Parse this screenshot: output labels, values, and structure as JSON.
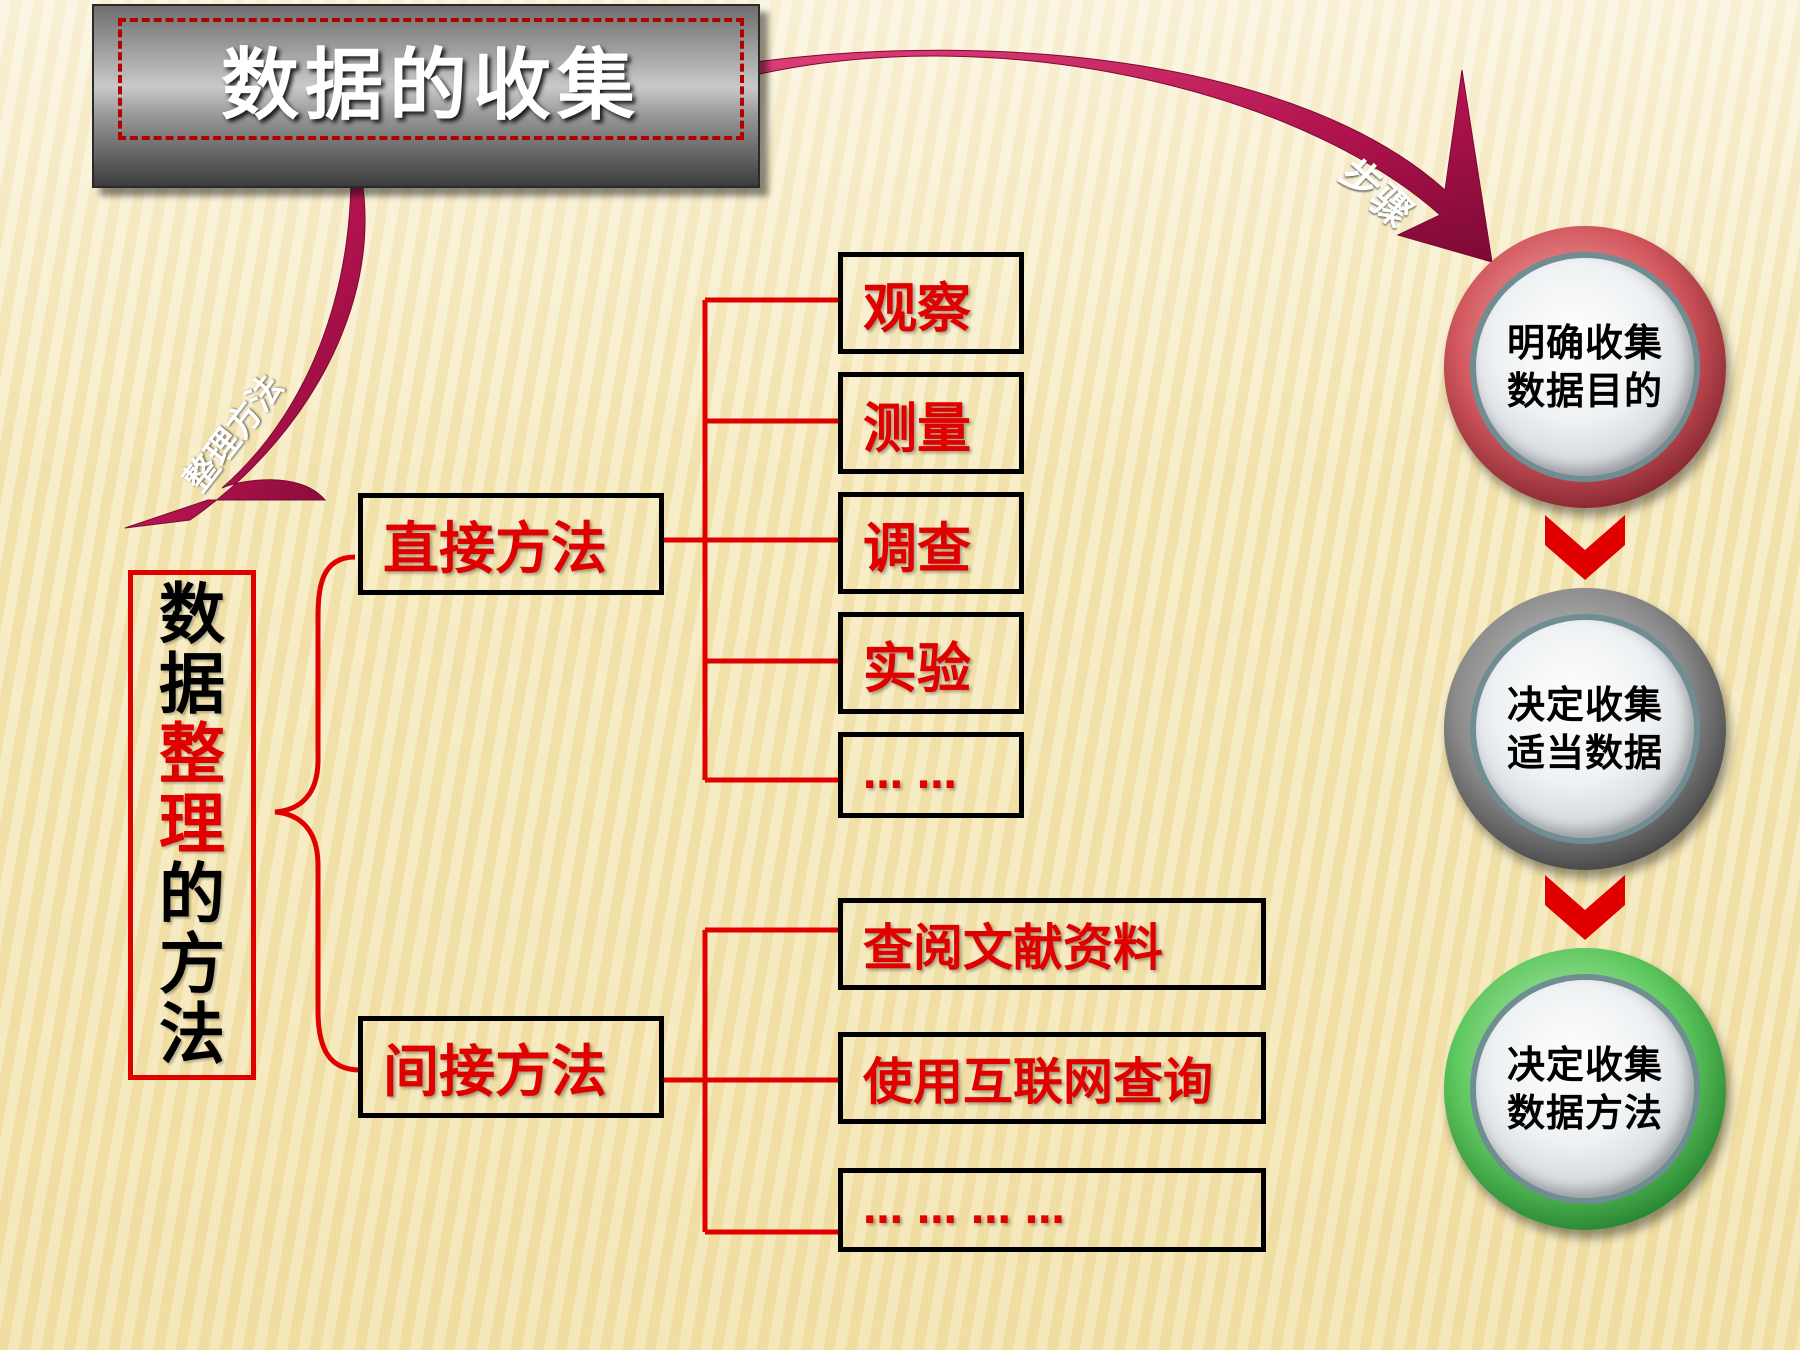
{
  "title": "数据的收集",
  "main_label": {
    "chars": [
      {
        "text": "数",
        "color": "black"
      },
      {
        "text": "据",
        "color": "black"
      },
      {
        "text": "整",
        "color": "red"
      },
      {
        "text": "理",
        "color": "red"
      },
      {
        "text": "的",
        "color": "black"
      },
      {
        "text": "方",
        "color": "black"
      },
      {
        "text": "法",
        "color": "black"
      }
    ]
  },
  "arrows": {
    "left_label": "整理方法",
    "right_label": "步骤"
  },
  "direct": {
    "label": "直接方法",
    "items": [
      "观察",
      "测量",
      "调查",
      "实验",
      "… …"
    ]
  },
  "indirect": {
    "label": "间接方法",
    "items": [
      "查阅文献资料",
      "使用互联网查询",
      "… … … …"
    ]
  },
  "steps": [
    {
      "line1": "明确收集",
      "line2": "数据目的"
    },
    {
      "line1": "决定收集",
      "line2": "适当数据"
    },
    {
      "line1": "决定收集",
      "line2": "数据方法"
    }
  ],
  "colors": {
    "accent_red": "#e00000",
    "arrow_magenta": "#b0124e",
    "background": "#f3e4ad"
  }
}
